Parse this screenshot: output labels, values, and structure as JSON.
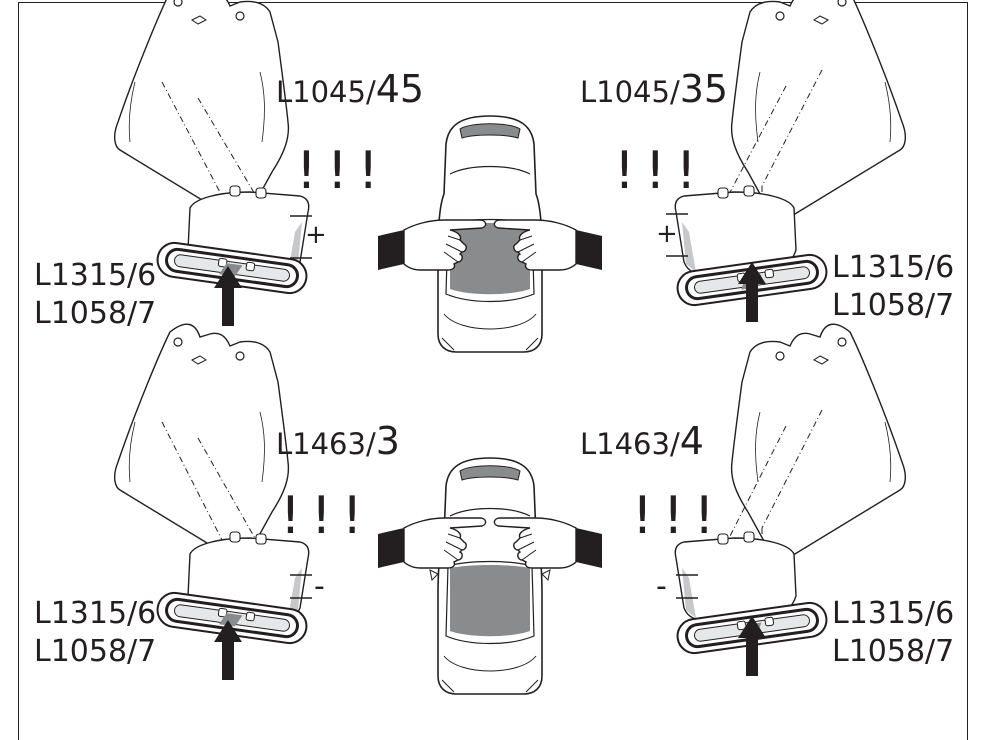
{
  "quadrants": {
    "top_left": {
      "code_prefix": "L1045/",
      "code_suffix": "45",
      "warning": "!!!",
      "sign": "+",
      "parts": [
        "L1315/6",
        "L1058/7"
      ]
    },
    "top_right": {
      "code_prefix": "L1045/",
      "code_suffix": "35",
      "warning": "!!!",
      "sign": "+",
      "parts": [
        "L1315/6",
        "L1058/7"
      ]
    },
    "bottom_left": {
      "code_prefix": "L1463/",
      "code_suffix": "3",
      "warning": "!!!",
      "sign": "-",
      "parts": [
        "L1315/6",
        "L1058/7"
      ]
    },
    "bottom_right": {
      "code_prefix": "L1463/",
      "code_suffix": "4",
      "warning": "!!!",
      "sign": "-",
      "parts": [
        "L1315/6",
        "L1058/7"
      ]
    }
  },
  "colors": {
    "line": "#231f20",
    "glass": "#8a8b8d",
    "shade": "#c7c8ca",
    "fill": "#ffffff"
  }
}
